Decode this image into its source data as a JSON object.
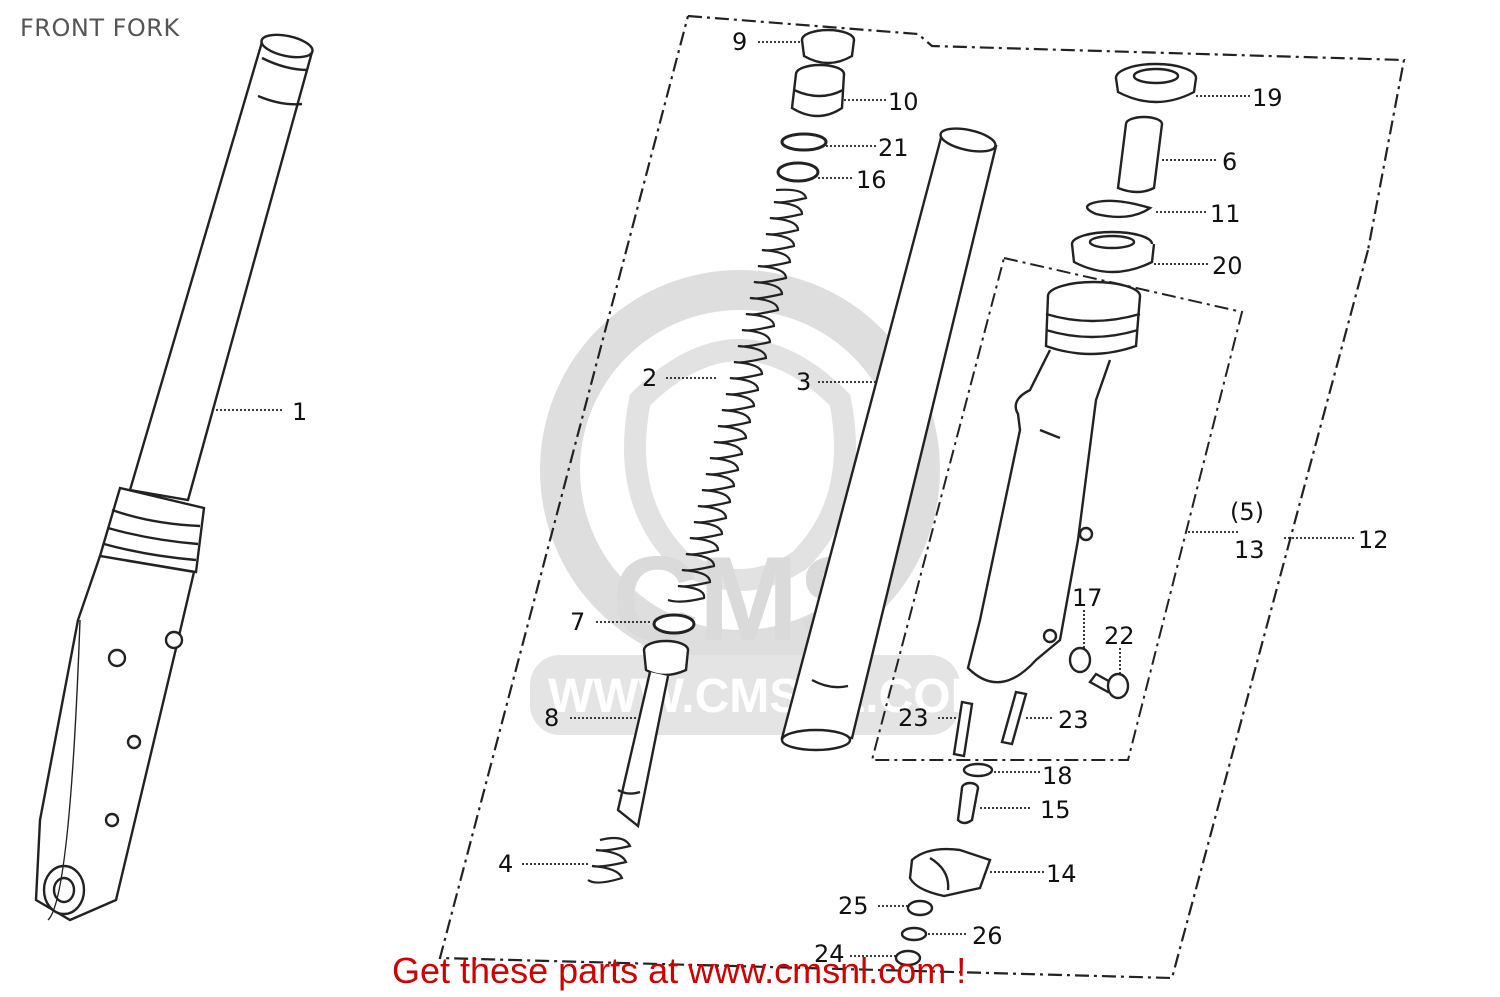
{
  "diagram": {
    "title": "FRONT FORK",
    "footer": "Get these parts at www.cmsnl.com !",
    "watermark": {
      "logo_text": "CMS",
      "url_text": "WWW.CMSNL.COM",
      "color": "#d6d6d6"
    },
    "callouts": [
      {
        "id": "c1",
        "label": "1"
      },
      {
        "id": "c2",
        "label": "2"
      },
      {
        "id": "c3",
        "label": "3"
      },
      {
        "id": "c4",
        "label": "4"
      },
      {
        "id": "c5",
        "label": "(5)"
      },
      {
        "id": "c6",
        "label": "6"
      },
      {
        "id": "c7",
        "label": "7"
      },
      {
        "id": "c8",
        "label": "8"
      },
      {
        "id": "c9",
        "label": "9"
      },
      {
        "id": "c10",
        "label": "10"
      },
      {
        "id": "c11",
        "label": "11"
      },
      {
        "id": "c12",
        "label": "12"
      },
      {
        "id": "c13",
        "label": "13"
      },
      {
        "id": "c14",
        "label": "14"
      },
      {
        "id": "c15",
        "label": "15"
      },
      {
        "id": "c16",
        "label": "16"
      },
      {
        "id": "c17",
        "label": "17"
      },
      {
        "id": "c18",
        "label": "18"
      },
      {
        "id": "c19",
        "label": "19"
      },
      {
        "id": "c20",
        "label": "20"
      },
      {
        "id": "c21",
        "label": "21"
      },
      {
        "id": "c22",
        "label": "22"
      },
      {
        "id": "c23a",
        "label": "23"
      },
      {
        "id": "c23b",
        "label": "23"
      },
      {
        "id": "c24",
        "label": "24"
      },
      {
        "id": "c25",
        "label": "25"
      },
      {
        "id": "c26",
        "label": "26"
      }
    ]
  }
}
